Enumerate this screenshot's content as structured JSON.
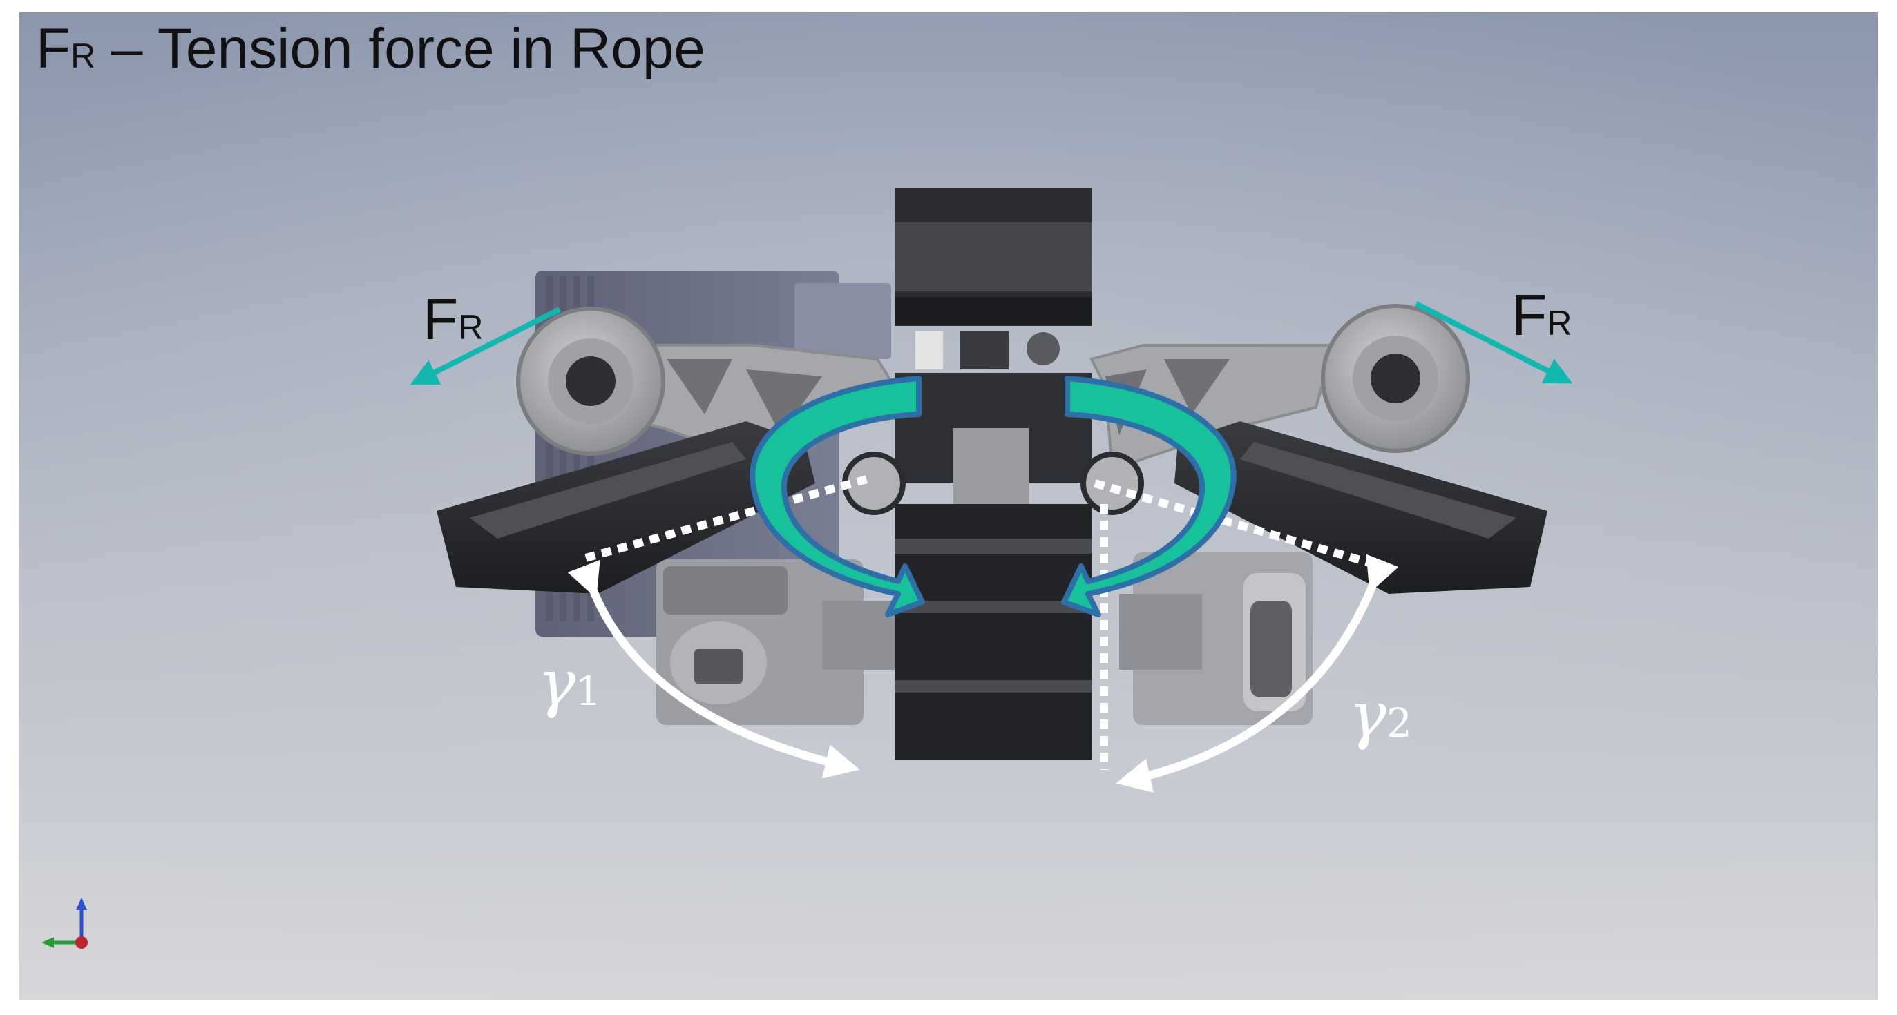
{
  "figure": {
    "title_main": "F",
    "title_sub": "R",
    "title_rest": " – Tension force in Rope"
  },
  "labels": {
    "force_left": {
      "main": "F",
      "sub": "R"
    },
    "force_right": {
      "main": "F",
      "sub": "R"
    },
    "gamma1": {
      "main": "γ",
      "sub": "1"
    },
    "gamma2": {
      "main": "γ",
      "sub": "2"
    }
  },
  "colors": {
    "background_top": "#8a96ac",
    "background_bottom": "#d6d7da",
    "force_arrow": "#14b6b0",
    "rotation_arrow_fill": "#17c19c",
    "rotation_arrow_outline": "#2f6fa8",
    "measurement_lines": "#ffffff",
    "dark_parts": "#2b2c30",
    "aluminium": "#a7a9ad",
    "wheel": "#b4b5b8"
  },
  "icons": {
    "axis_triad": "axis-triad-icon"
  }
}
